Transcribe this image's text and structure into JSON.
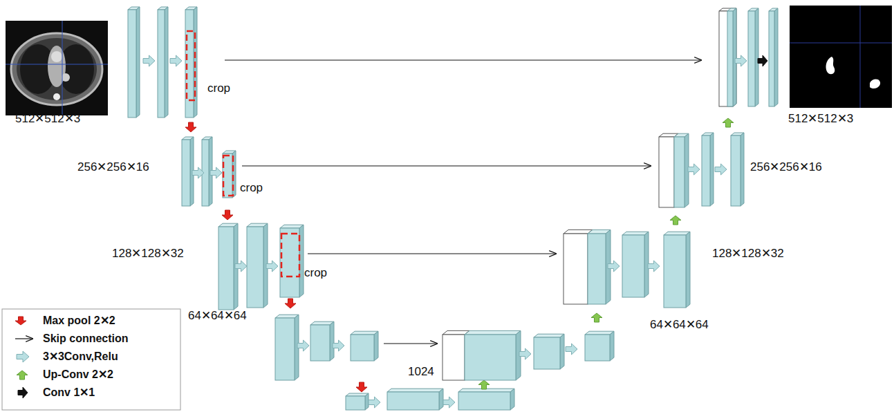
{
  "diagram": {
    "labels": [
      "512✕512✕3",
      "crop",
      "512✕512✕3",
      "256✕256✕16",
      "crop",
      "256✕256✕16",
      "128✕128✕32",
      "crop",
      "128✕128✕32",
      "64✕64✕64",
      "1024",
      "64✕64✕64"
    ],
    "legend": [
      {
        "text": "Max pool 2✕2"
      },
      {
        "text": "Skip connection"
      },
      {
        "text": "3✕3Conv,Relu"
      },
      {
        "text": "Up-Conv 2✕2"
      },
      {
        "text": "Conv 1✕1"
      }
    ]
  }
}
